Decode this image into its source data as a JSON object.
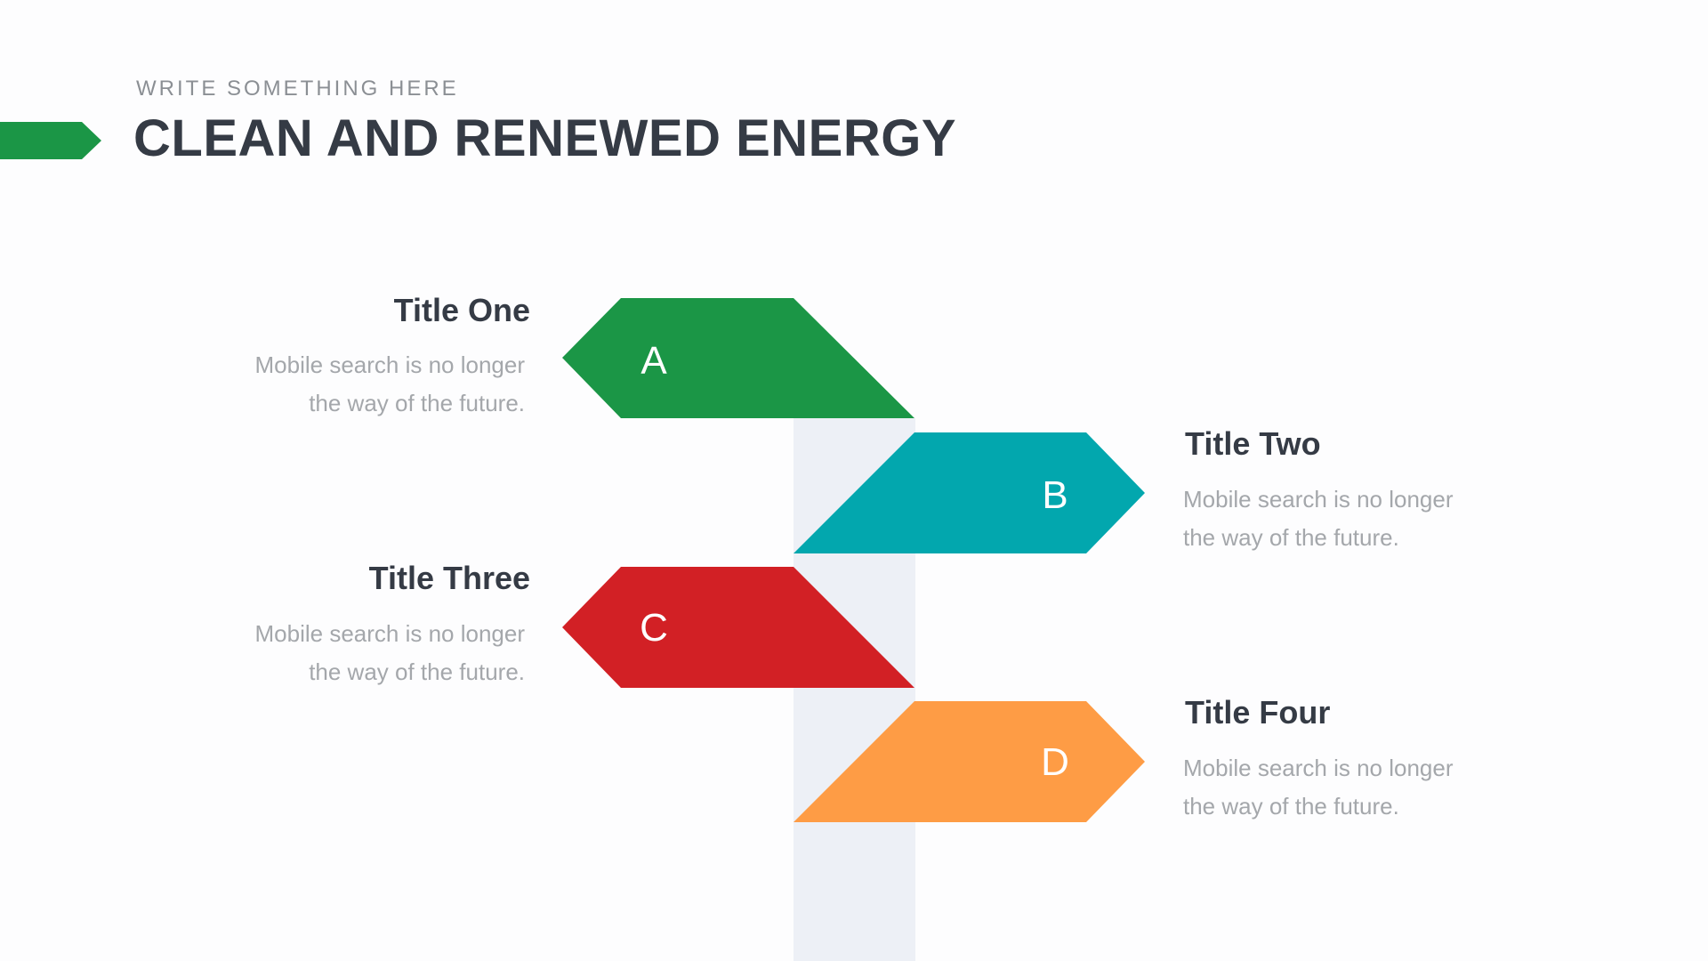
{
  "header": {
    "subtitle": "WRITE SOMETHING HERE",
    "title": "CLEAN AND RENEWED ENERGY"
  },
  "colors": {
    "accent": "#1b9646",
    "pole": "#edf0f6",
    "title_text": "#353b45",
    "desc_text": "#a4a7ab"
  },
  "signs": [
    {
      "letter": "A",
      "title": "Title One",
      "description_line1": "Mobile search is no longer",
      "description_line2": "the way of the future.",
      "color": "#1b9646"
    },
    {
      "letter": "B",
      "title": "Title Two",
      "description_line1": "Mobile search is no longer",
      "description_line2": "the way of the future.",
      "color": "#02a7ae"
    },
    {
      "letter": "C",
      "title": "Title Three",
      "description_line1": "Mobile search is no longer",
      "description_line2": "the way of the future.",
      "color": "#d22025"
    },
    {
      "letter": "D",
      "title": "Title Four",
      "description_line1": "Mobile search is no longer",
      "description_line2": "the way of the future.",
      "color": "#fe9c45"
    }
  ]
}
